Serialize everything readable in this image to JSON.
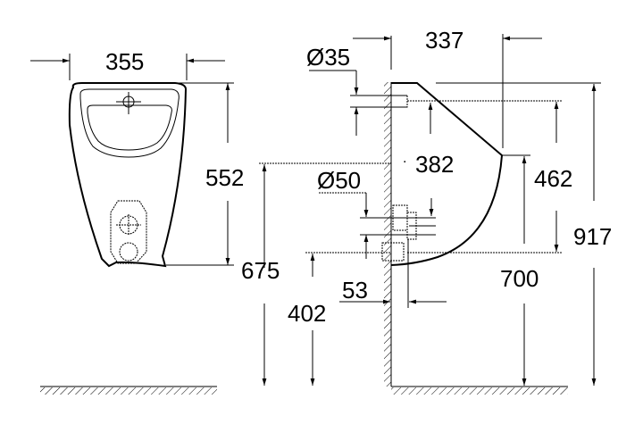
{
  "dimensions": {
    "width_front": "355",
    "height_front": "552",
    "height_outlet": "675",
    "height_waste": "402",
    "depth_top": "337",
    "inlet_diameter": "Ø35",
    "outlet_diameter": "Ø50",
    "inlet_to_lip": "382",
    "lip_height": "462",
    "rim_height": "917",
    "lip_floor": "700",
    "waste_projection": "53"
  }
}
